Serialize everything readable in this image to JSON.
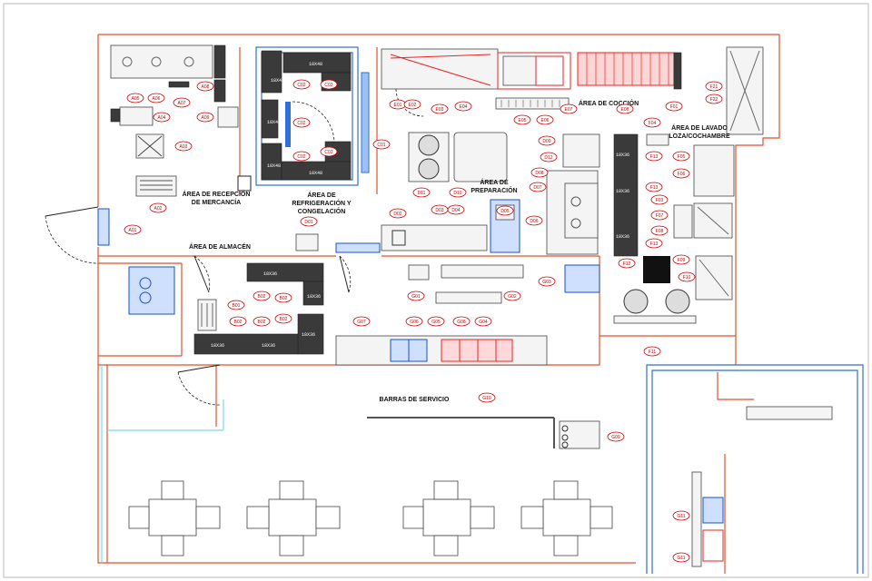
{
  "areas": {
    "recepcion": "ÁREA DE RECEPCIÓN\nDE MERCANCÍA",
    "refrigeracion": "ÁREA DE\nREFRIGERACIÓN Y\nCONGELACIÓN",
    "almacen": "ÁREA DE ALMACÉN",
    "coccion": "ÁREA DE COCCIÓN",
    "lavado": "ÁREA DE LAVADO\nLOZA/COCHAMBRE",
    "preparacion": "ÁREA DE\nPREPARACIÓN",
    "barras": "BARRAS DE SERVICIO"
  },
  "tags": {
    "A01": "A01",
    "A02": "A02",
    "A03": "A03",
    "A04": "A04",
    "A05": "A05",
    "A06": "A06",
    "A07": "A07",
    "A08": "A08",
    "A09": "A09",
    "B01": "B01",
    "B02a": "B02",
    "B02b": "B02",
    "B02c": "B02",
    "B02d": "B02",
    "B02e": "B02",
    "C01": "C01",
    "C02a": "C02",
    "C02b": "C02",
    "C02c": "C02",
    "C03a": "C03",
    "C03b": "C03",
    "D01": "D01",
    "D02": "D02",
    "D03": "D03",
    "D04": "D04",
    "D05": "D05",
    "D06": "D06",
    "D07": "D07",
    "D08": "D08",
    "D09": "D09",
    "D10": "D10",
    "D11": "D11",
    "D12": "D12",
    "E01": "E01",
    "E02": "E02",
    "E03": "E03",
    "E04": "E04",
    "E05": "E05",
    "E06": "E06",
    "E07": "E07",
    "E08": "E08",
    "F01": "F01",
    "F02": "F02",
    "F03": "F03",
    "F04": "F04",
    "F05": "F05",
    "F06": "F06",
    "F07": "F07",
    "F08": "F08",
    "F09": "F09",
    "F10": "F10",
    "F11": "F11",
    "F12": "F12",
    "F13a": "F13",
    "F13b": "F13",
    "F13c": "F13",
    "F21": "F21",
    "F22": "F22",
    "G01": "G01",
    "G02": "G02",
    "G03": "G03",
    "G04": "G04",
    "G05": "G05",
    "G06": "G06",
    "G07": "G07",
    "G08": "G08",
    "G09": "G09",
    "G10": "G10",
    "G11a": "G11",
    "G11b": "G11"
  },
  "dims": {
    "d1": "18X48",
    "d2": "18X48",
    "d3": "18X48",
    "d4": "18X48",
    "d5": "18X48",
    "d6": "18X36",
    "d7": "18X36",
    "d8": "18X36",
    "d9": "18X36",
    "d10": "18X36"
  },
  "colors": {
    "wall": "#e0522a",
    "cold": "#2e6fd8",
    "cooking": "#e22222",
    "tag": "#cc0000"
  }
}
